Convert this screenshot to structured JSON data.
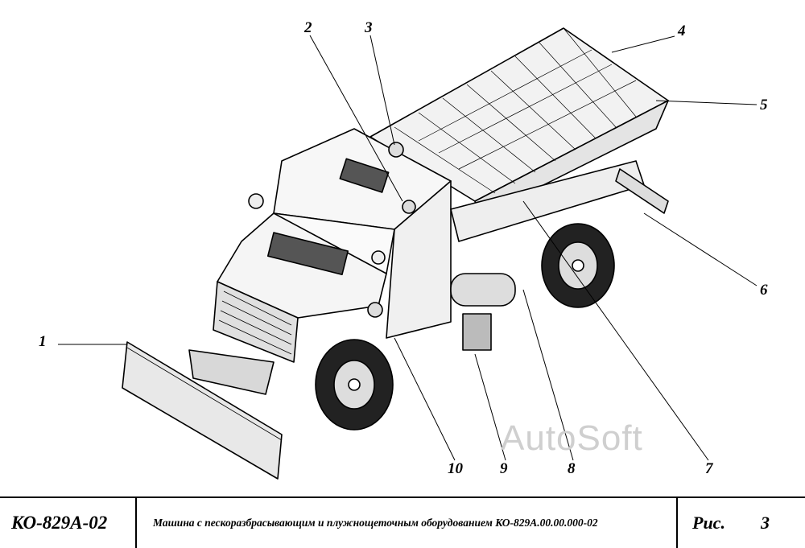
{
  "callouts": {
    "n1": "1",
    "n2": "2",
    "n3": "3",
    "n4": "4",
    "n5": "5",
    "n6": "6",
    "n7": "7",
    "n8": "8",
    "n9": "9",
    "n10": "10"
  },
  "watermark": "AutoSoft",
  "title_block": {
    "code": "КО-829А-02",
    "description": "Машина с пескоразбрасывающим и плужнощеточным оборудованием КО-829А.00.00.000-02",
    "figure_label": "Рис.",
    "figure_number": "3"
  }
}
